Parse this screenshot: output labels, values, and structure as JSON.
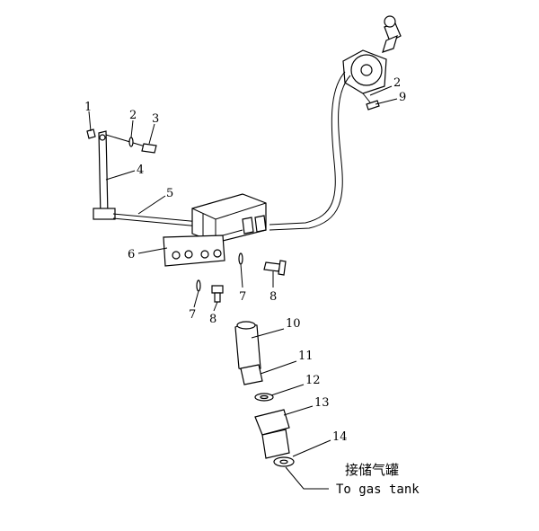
{
  "diagram": {
    "callouts": [
      "1",
      "2",
      "3",
      "4",
      "5",
      "6",
      "7",
      "8",
      "10",
      "11",
      "12",
      "13",
      "14",
      "2",
      "9",
      "7",
      "8"
    ],
    "note_cn": "接储气罐",
    "note_en": "To gas tank"
  }
}
